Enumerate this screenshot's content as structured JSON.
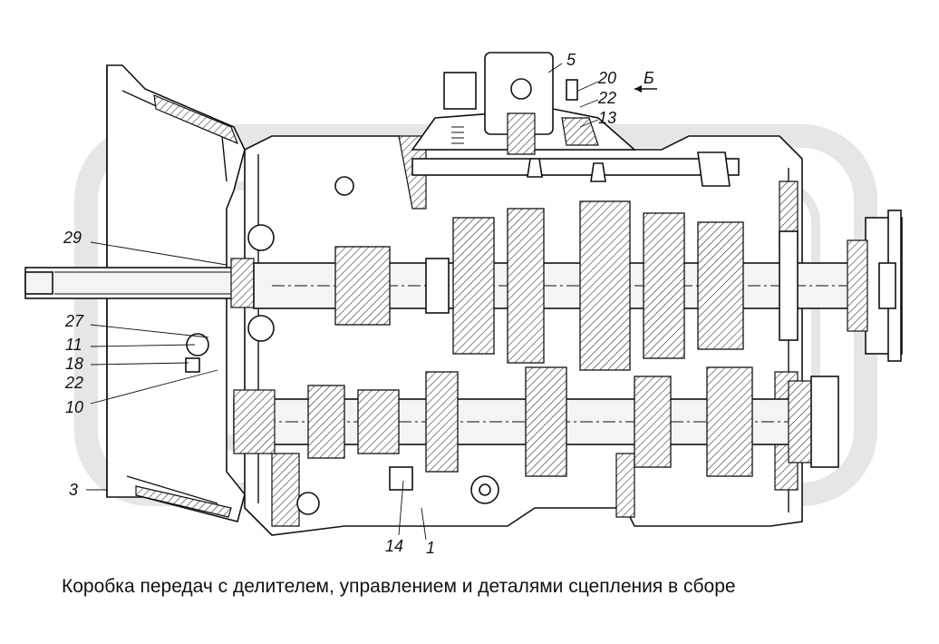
{
  "caption": "Коробка передач с делителем, управлением и деталями сцепления в сборе",
  "callouts": {
    "c1": "1",
    "c3": "3",
    "c5": "5",
    "c10": "10",
    "c11": "11",
    "c13": "13",
    "c14": "14",
    "c18": "18",
    "c20": "20",
    "c22a": "22",
    "c22b": "22",
    "c27": "27",
    "c29": "29",
    "viewB": "Б"
  },
  "colors": {
    "line": "#111111",
    "watermark": "#e6e6e6",
    "background": "#ffffff"
  }
}
